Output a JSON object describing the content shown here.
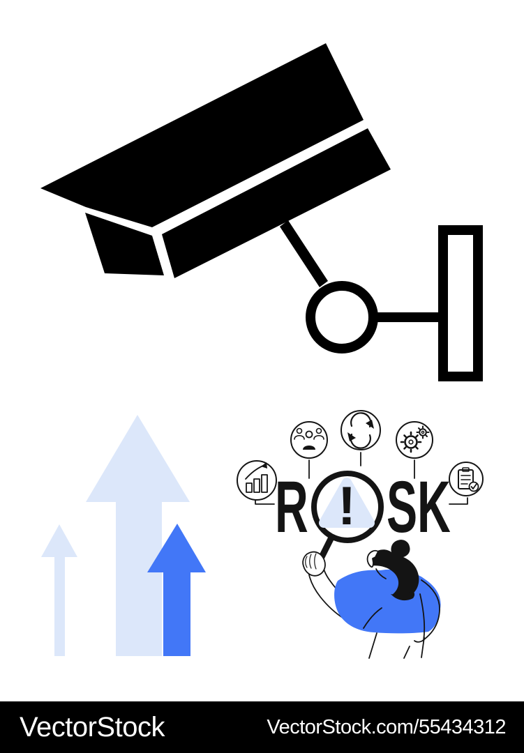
{
  "footer": {
    "brand": "VectorStock",
    "url": "VectorStock.com/55434312",
    "bg": "#000000",
    "text_color": "#ffffff"
  },
  "risk": {
    "letters": {
      "r": "R",
      "s": "S",
      "k": "K"
    },
    "exclamation": "!",
    "icons": [
      {
        "name": "bar-chart-icon"
      },
      {
        "name": "team-icon"
      },
      {
        "name": "refresh-icon"
      },
      {
        "name": "gears-icon"
      },
      {
        "name": "clipboard-check-icon"
      }
    ]
  },
  "colors": {
    "black": "#000000",
    "ink": "#141414",
    "light_blue": "#dce7fa",
    "royal_blue": "#4277f7",
    "white": "#ffffff"
  }
}
